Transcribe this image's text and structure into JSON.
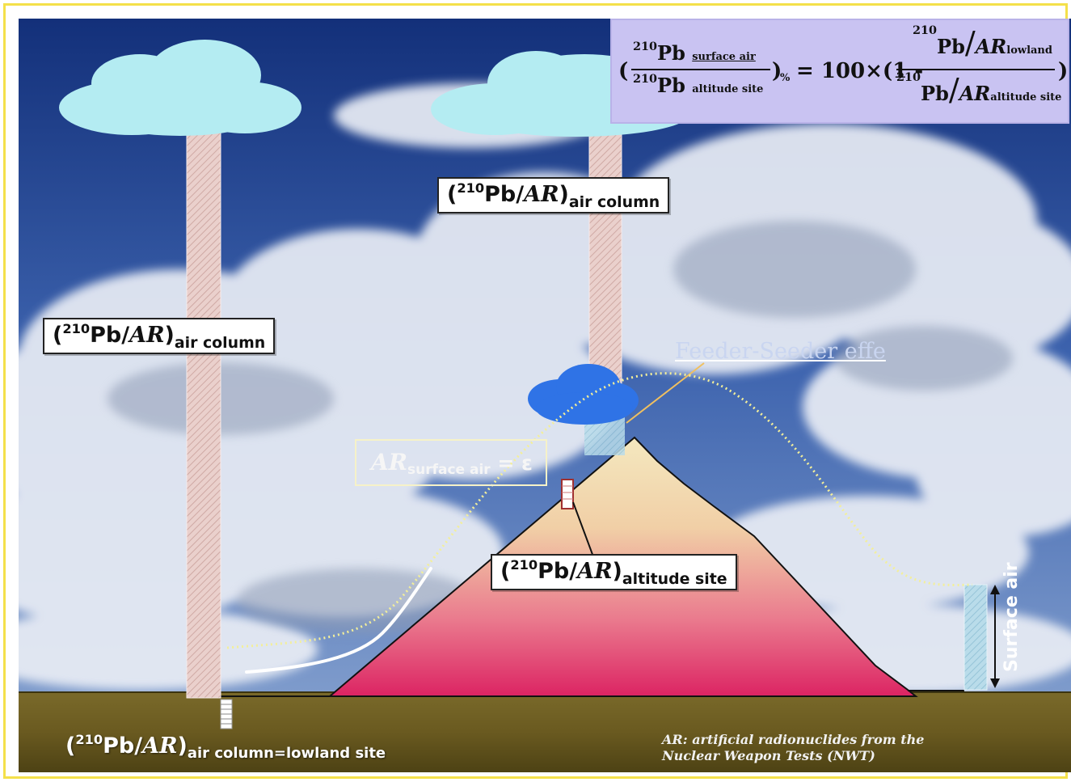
{
  "formula": {
    "lhs_open": "(",
    "lhs_num_sup": "210",
    "lhs_num_el": "Pb",
    "lhs_num_sub": "surface air",
    "lhs_den_sup": "210",
    "lhs_den_el": "Pb",
    "lhs_den_sub": "altitude site",
    "lhs_close": ")",
    "percent_sub": "%",
    "equals_part": "= 100×(1 -",
    "rhs_num_sup": "210",
    "rhs_num_el": "Pb",
    "rhs_num_ar": "AR",
    "rhs_num_sub": "lowland",
    "rhs_den_sup": "210",
    "rhs_den_el": "Pb",
    "rhs_den_ar": "AR",
    "rhs_den_sub": "altitude site",
    "rhs_close": ")"
  },
  "labels": {
    "left_column": {
      "sup": "210",
      "main": "Pb/",
      "ar": "AR",
      "close": ")",
      "sub": "air column"
    },
    "center_column": {
      "sup": "210",
      "main": "Pb/",
      "ar": "AR",
      "close": ")",
      "sub": "air column"
    },
    "altitude_site": {
      "sup": "210",
      "main": "Pb/",
      "ar": "AR",
      "close": ")",
      "sub": "altitude site"
    },
    "lowland": {
      "sup": "210",
      "main": "Pb/",
      "ar": "AR",
      "close": ")",
      "sub": "air column=lowland site"
    },
    "open_paren": "(",
    "surface_epsilon": {
      "ar": "AR",
      "sub": "surface air",
      "rest": "= ε"
    },
    "feeder_seeder": "Feeder-Seeder effe",
    "surface_air": "Surface air"
  },
  "footnote": {
    "line1": "AR: artificial radionuclides from the",
    "line2": "Nuclear Weapon Tests (NWT)"
  },
  "colors": {
    "sky_top": "#1d3c8c",
    "sky_mid": "#4a6fb8",
    "cloud_cyan": "#aeeaf0",
    "small_cloud": "#2f6fe0",
    "column_pink": "#e8c7c4",
    "mountain_top": "#f3e3b0",
    "mountain_bottom": "#e0306a",
    "ground": "#6b5e22",
    "formula_bg": "#c9c3f2"
  }
}
